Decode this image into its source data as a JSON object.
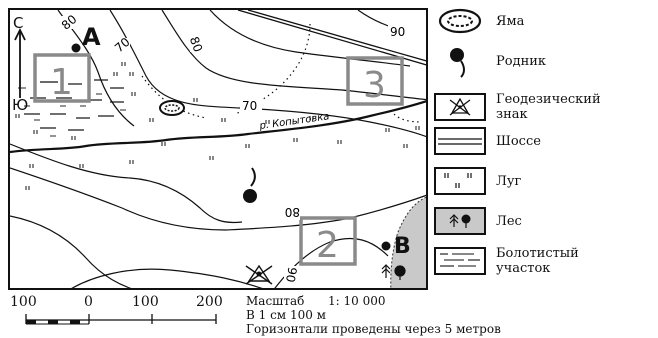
{
  "map": {
    "points": {
      "a": "A",
      "b": "B"
    },
    "north_south": {
      "north": "С",
      "south": "Ю"
    },
    "squares": [
      "1",
      "2",
      "3"
    ],
    "contours": [
      "80",
      "70",
      "70",
      "80",
      "90",
      "80",
      "90"
    ],
    "river": "р. Копытовка",
    "colors": {
      "forest": "#c9c9c9",
      "square_border": "#8a8a8a",
      "ink": "#111111"
    }
  },
  "legend": {
    "items": [
      {
        "icon": "pit-icon",
        "label": "Яма"
      },
      {
        "icon": "spring-icon",
        "label": "Родник"
      },
      {
        "icon": "geodetic-sign-icon",
        "label": "Геодезический знак"
      },
      {
        "icon": "highway-icon",
        "label": "Шоссе"
      },
      {
        "icon": "meadow-icon",
        "label": "Луг"
      },
      {
        "icon": "forest-icon",
        "label": "Лес"
      },
      {
        "icon": "swamp-icon",
        "label": "Болотистый участок"
      }
    ]
  },
  "scale": {
    "ticks": [
      "100",
      "0",
      "100",
      "200"
    ],
    "caption": "Масштаб",
    "ratio": "1: 10 000",
    "per_cm": "В 1 см 100 м",
    "contour_interval": "Горизонтали проведены через 5 метров"
  }
}
